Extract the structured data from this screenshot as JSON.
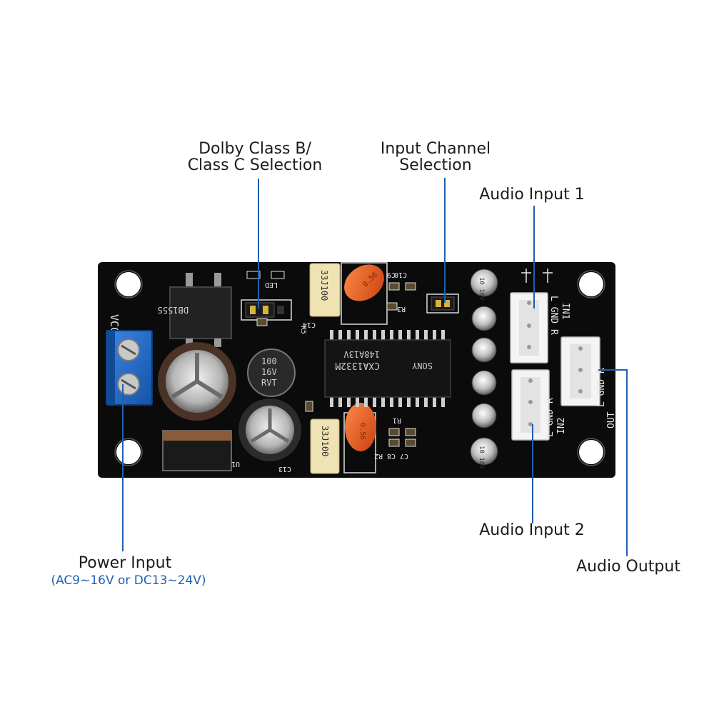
{
  "callouts": {
    "dolby": {
      "line1": "Dolby Class B/",
      "line2": "Class C Selection"
    },
    "input_channel": {
      "line1": "Input Channel",
      "line2": "Selection"
    },
    "audio_input_1": "Audio Input 1",
    "audio_input_2": "Audio Input 2",
    "audio_output": "Audio Output",
    "power_input": {
      "title": "Power Input",
      "spec": "(AC9~16V or DC13~24V)"
    }
  },
  "silkscreen": {
    "vcc": "VCC",
    "led": "LED",
    "chip_brand": "SONY",
    "chip_model": "CXA1332M",
    "chip_code": "148A13V",
    "bridge_code": "DB155S",
    "cap_16v_line1": "100",
    "cap_16v_line2": "16V",
    "cap_16v_line3": "RVT",
    "film_cap": "33J100",
    "tantalum": "0.56",
    "small_cap": "10 16V",
    "c14": "C14",
    "c13": "C13",
    "c10": "C10",
    "c9": "C9",
    "c8": "C8",
    "c7": "C7",
    "r3": "R3",
    "r2": "R2",
    "r1": "R1",
    "r5": "R5",
    "u1": "U1",
    "in1": "IN1",
    "in2": "IN2",
    "out": "OUT",
    "lgndr": "L GND R"
  },
  "colors": {
    "board": "#0b0b0b",
    "callout_line": "#1f5fae",
    "spec_text": "#1f5fae",
    "terminal_blue": "#1a63c9",
    "tantalum_orange": "#e2561b",
    "film_cap_beige": "#efe3b4"
  }
}
